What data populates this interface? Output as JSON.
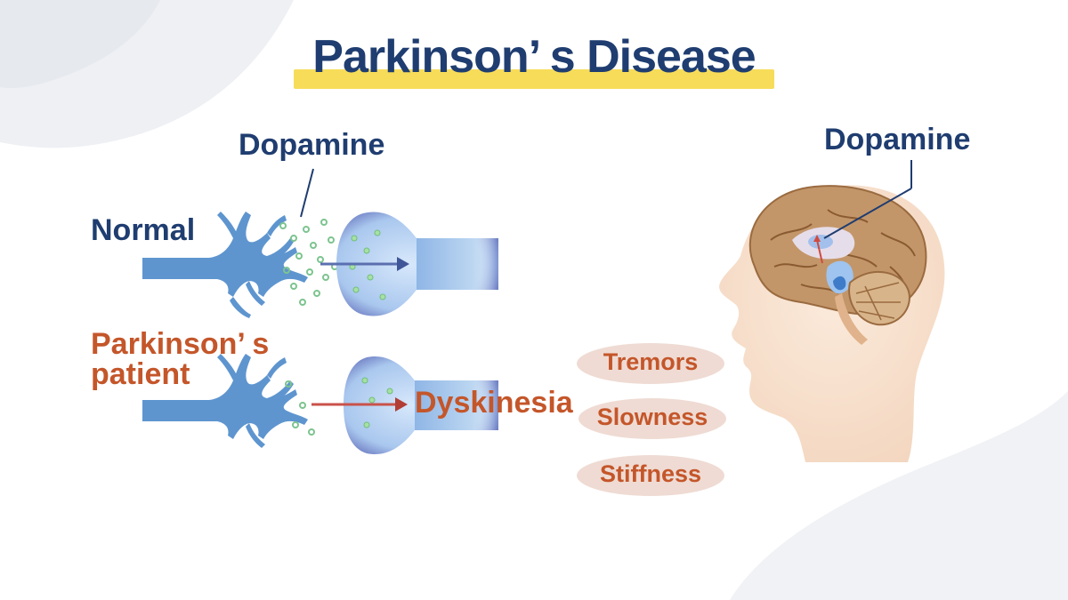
{
  "title": "Parkinson’ s Disease",
  "labels": {
    "dopamine_left": "Dopamine",
    "dopamine_right": "Dopamine",
    "normal": "Normal",
    "patient_line1": "Parkinson’ s",
    "patient_line2": "patient",
    "dyskinesia": "Dyskinesia"
  },
  "symptoms": [
    "Tremors",
    "Slowness",
    "Stiffness"
  ],
  "colors": {
    "title": "#1f3d70",
    "highlight": "#f7dc5a",
    "navy": "#1f3d70",
    "rust": "#c4562a",
    "neuron_blue": "#6fa0d6",
    "dopamine_green": "#7cc48f",
    "pill_fill": "#efdbd3",
    "skin": "#f6dfcc",
    "brain": "#c39669"
  },
  "icons": [
    "neuron-axon-icon",
    "synapse-terminal-icon",
    "brain-icon",
    "head-profile-icon",
    "arrow-icon"
  ]
}
